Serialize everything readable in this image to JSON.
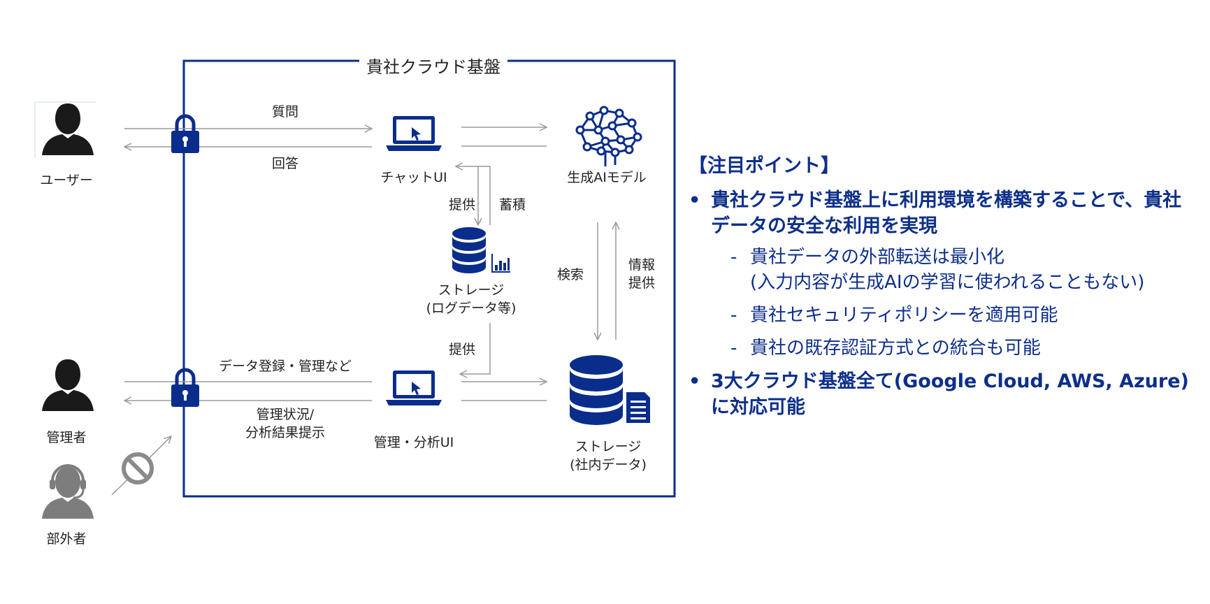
{
  "platform": {
    "title": "貴社クラウド基盤"
  },
  "actors": {
    "user": "ユーザー",
    "admin": "管理者",
    "outsider": "部外者"
  },
  "components": {
    "chat_ui": "チャットUI",
    "ai_model": "生成AIモデル",
    "log_storage_line1": "ストレージ",
    "log_storage_line2": "(ログデータ等)",
    "admin_ui": "管理・分析UI",
    "internal_storage_line1": "ストレージ",
    "internal_storage_line2": "(社内データ)"
  },
  "flows": {
    "question": "質問",
    "answer": "回答",
    "provide_1": "提供",
    "accumulate": "蓄積",
    "provide_2": "提供",
    "search": "検索",
    "info_provide_line1": "情報",
    "info_provide_line2": "提供",
    "data_register": "データ登録・管理など",
    "status_line1": "管理状況/",
    "status_line2": "分析結果提示"
  },
  "points": {
    "heading": "【注目ポイント】",
    "bullet_symbol": "•",
    "dash_symbol": "-",
    "bullet1": "貴社クラウド基盤上に利用環境を構築することで、貴社データの安全な利用を実現",
    "sub1": "貴社データの外部転送は最小化",
    "sub1b": "(入力内容が生成AIの学習に使われることもない)",
    "sub2": "貴社セキュリティポリシーを適用可能",
    "sub3": "貴社の既存認証方式との統合も可能",
    "bullet2": "3大クラウド基盤全て(Google Cloud, AWS, Azure)に対応可能"
  },
  "colors": {
    "navy": "#0a2d8c",
    "arrow_gray": "#9a9a9a",
    "person_dark": "#1a1a1a",
    "person_gray": "#7d7d7d"
  },
  "icons": {
    "lock": "padlock-icon",
    "laptop": "laptop-icon",
    "brain": "neural-network-brain-icon",
    "database": "database-icon",
    "chart": "bar-chart-icon",
    "document": "document-icon",
    "prohibited": "prohibited-icon",
    "person": "person-silhouette-icon",
    "headset_person": "headset-person-icon"
  }
}
